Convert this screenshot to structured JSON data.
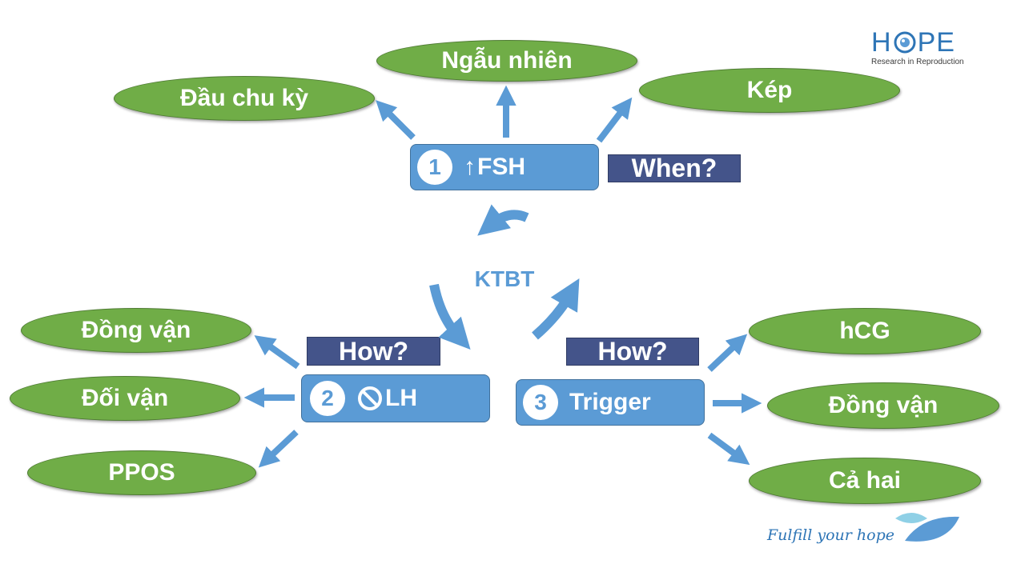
{
  "center": {
    "label": "KTBT"
  },
  "nodes": {
    "fsh": {
      "number": "1",
      "arrow_icon": "↑",
      "label": "FSH",
      "question": "When?"
    },
    "lh": {
      "number": "2",
      "block_icon": "⃠",
      "label": "LH",
      "question": "How?"
    },
    "trigger": {
      "number": "3",
      "label": "Trigger",
      "question": "How?"
    }
  },
  "fsh_options": [
    "Đầu chu kỳ",
    "Ngẫu nhiên",
    "Kép"
  ],
  "lh_options": [
    "Đồng vận",
    "Đối vận",
    "PPOS"
  ],
  "trigger_options": [
    "hCG",
    "Đồng vận",
    "Cả hai"
  ],
  "logo": {
    "text_left": "H",
    "text_right": "PE",
    "subtitle": "Research in Reproduction"
  },
  "footer": {
    "tagline": "Fulfill your hope"
  },
  "colors": {
    "green": "#70ad47",
    "blue": "#5b9bd5",
    "navy": "#44548a"
  }
}
